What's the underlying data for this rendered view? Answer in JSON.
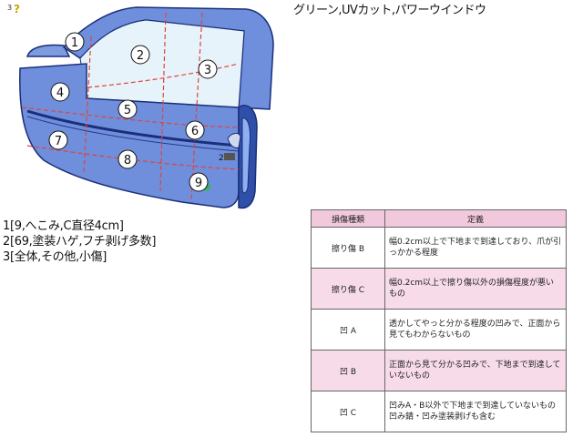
{
  "corner": {
    "number": "3",
    "help_symbol": "?"
  },
  "title": "グリーン,UVカット,パワーウインドウ",
  "door": {
    "zones": [
      "1",
      "2",
      "3",
      "4",
      "5",
      "6",
      "7",
      "8",
      "9"
    ],
    "side_mark": "2"
  },
  "notes": [
    "1[9,へこみ,C直径4cm]",
    "2[69,塗装ハゲ,フチ剥げ多数]",
    "3[全体,その他,小傷]"
  ],
  "legend": {
    "headers": [
      "損傷種類",
      "定義"
    ],
    "rows": [
      {
        "type": "擦り傷 B",
        "definition": "幅0.2cm以上で下地まで到達しており、爪が引っかかる程度"
      },
      {
        "type": "擦り傷 C",
        "definition": "幅0.2cm以上で擦り傷以外の損傷程度が悪いもの"
      },
      {
        "type": "凹 A",
        "definition": "透かしてやっと分かる程度の凹みで、正面から見てもわからないもの"
      },
      {
        "type": "凹 B",
        "definition": "正面から見て分かる凹みで、下地まで到達していないもの"
      },
      {
        "type": "凹 C",
        "definition": "凹みA・B以外で下地まで到達していないもの 凹み錆・凹み塗装剥げも含む"
      }
    ]
  },
  "colors": {
    "door_blue": "#6f8fdc",
    "door_dark": "#2f4fa8",
    "glass": "#e6f3fb",
    "zone_line": "#e0443a",
    "pink_header": "#f2c8dc",
    "pink_row": "#f7dbe8"
  }
}
